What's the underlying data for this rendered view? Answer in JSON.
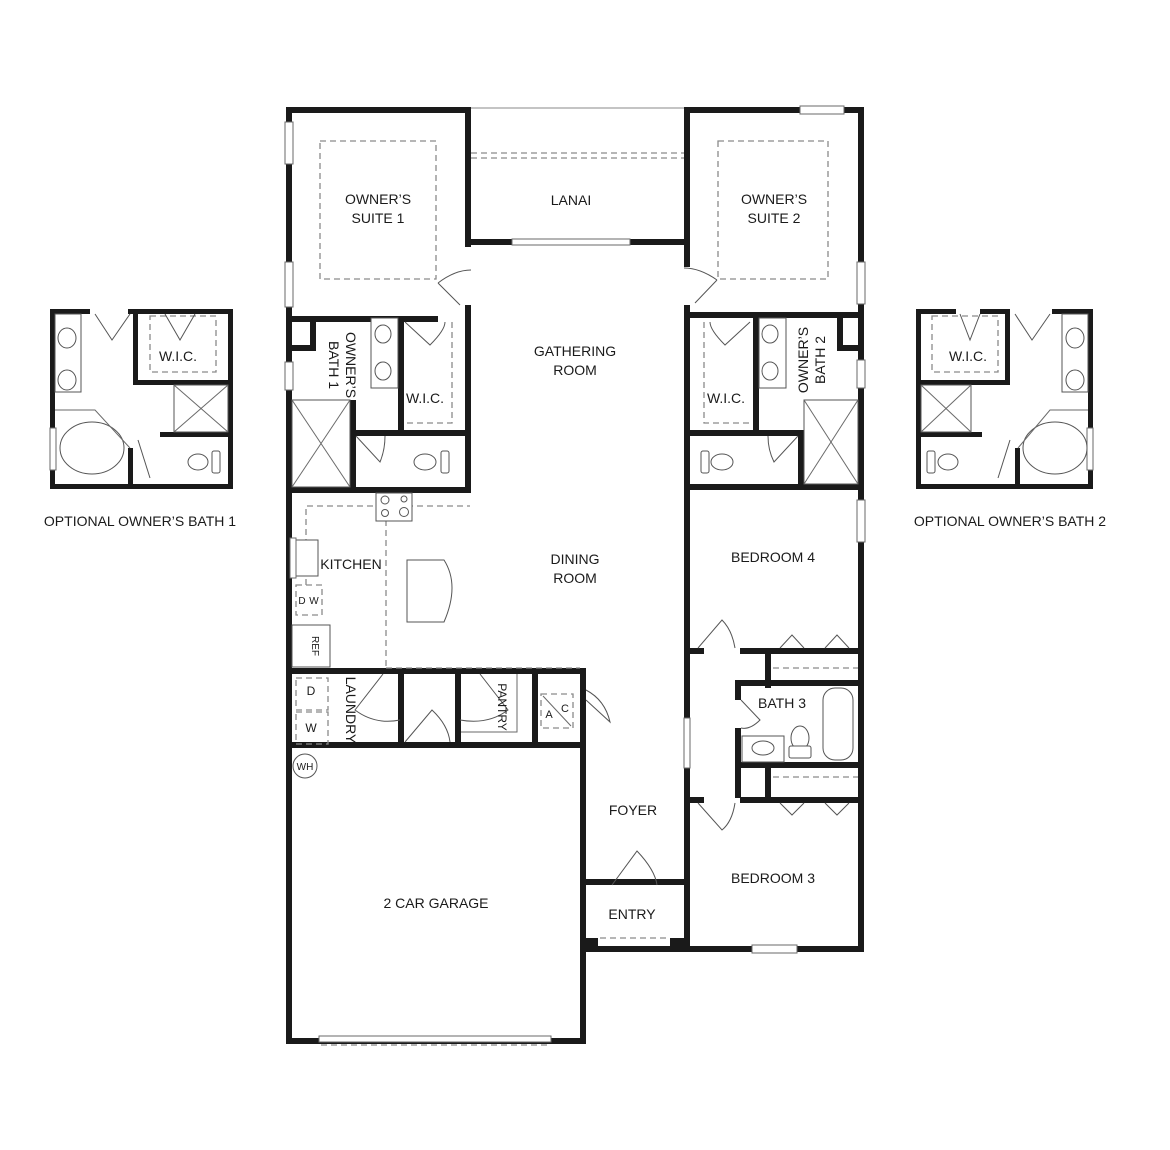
{
  "plan": {
    "rooms": {
      "owners_suite_1": [
        "OWNER’S",
        "SUITE 1"
      ],
      "lanai": "LANAI",
      "owners_suite_2": [
        "OWNER’S",
        "SUITE 2"
      ],
      "gathering_room": [
        "GATHERING",
        "ROOM"
      ],
      "owners_bath_1": [
        "OWNER’S",
        "BATH 1"
      ],
      "wic_1": "W.I.C.",
      "owners_bath_2": [
        "OWNER’S",
        "BATH 2"
      ],
      "wic_2": "W.I.C.",
      "kitchen": "KITCHEN",
      "dining_room": [
        "DINING",
        "ROOM"
      ],
      "bedroom_4": "BEDROOM 4",
      "laundry": "LAUNDRY",
      "pantry": "PANTRY",
      "bath_3": "BATH 3",
      "foyer": "FOYER",
      "entry": "ENTRY",
      "bedroom_3": "BEDROOM 3",
      "garage": "2 CAR GARAGE"
    },
    "fixtures": {
      "dishwasher_d": "D",
      "dishwasher_w": "W",
      "refrigerator": "REF",
      "dryer": "D",
      "washer": "W",
      "ac_a": "A",
      "ac_c": "C",
      "water_heater": "WH"
    },
    "options": {
      "bath1": {
        "wic": "W.I.C.",
        "caption": "OPTIONAL OWNER’S BATH 1"
      },
      "bath2": {
        "wic": "W.I.C.",
        "caption": "OPTIONAL OWNER’S BATH 2"
      }
    }
  }
}
